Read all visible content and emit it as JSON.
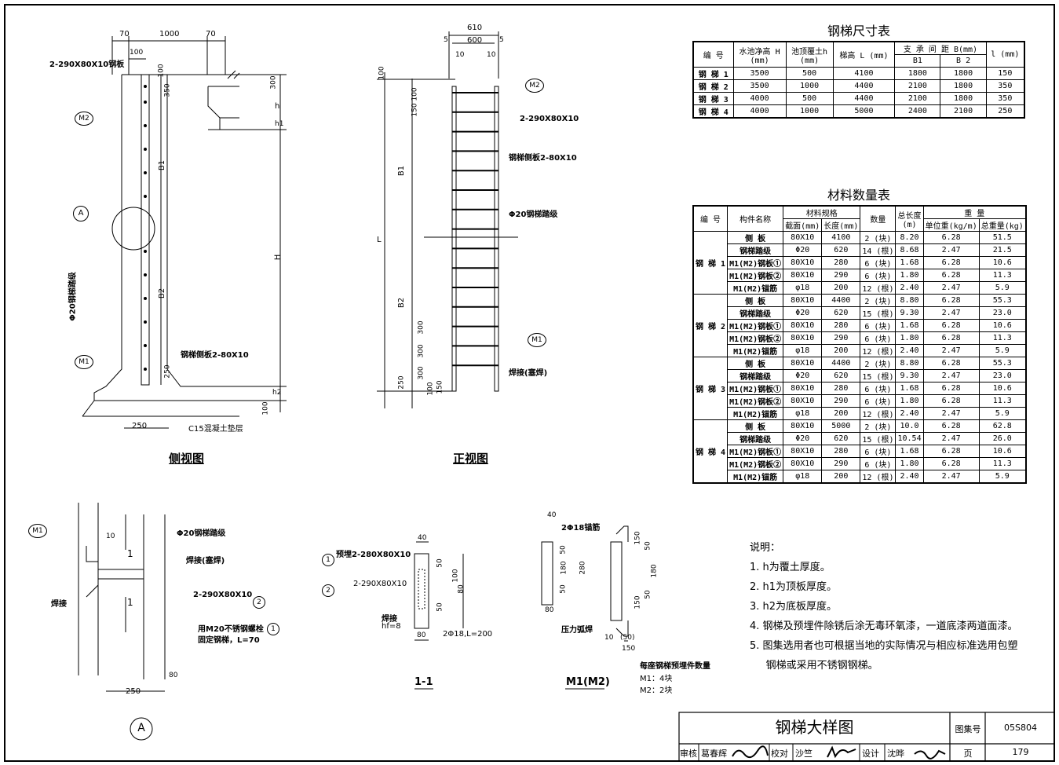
{
  "views": {
    "side": {
      "title": "侧视图",
      "plate": "2-290X80X10钢板",
      "rung": "Φ20钢梯踏级",
      "side_plate": "钢梯侧板2-80X10",
      "pad": "C15混凝土垫层",
      "dims": [
        "70",
        "1000",
        "70",
        "100",
        "100",
        "350",
        "300",
        "h",
        "h1",
        "B1",
        "B2",
        "H",
        "250",
        "h2",
        "100",
        "250",
        "100"
      ],
      "markers": [
        "M2",
        "A",
        "M1"
      ]
    },
    "front": {
      "title": "正视图",
      "plate": "2-290X80X10",
      "side_plate": "钢梯侧板2-80X10",
      "rung": "Φ20钢梯踏级",
      "weld": "焊接(塞焊)",
      "dims": [
        "610",
        "600",
        "5",
        "5",
        "10",
        "10",
        "100",
        "100",
        "150",
        "B1",
        "L",
        "B2",
        "300",
        "300",
        "300",
        "250",
        "100",
        "150"
      ],
      "markers": [
        "M2",
        "M1"
      ]
    },
    "detailA": {
      "title": "A",
      "rung": "Φ20钢梯踏级",
      "weld_plug": "焊接(塞焊)",
      "plate": "2-290X80X10",
      "bolt1": "用M20不锈钢螺栓",
      "bolt2": "固定钢梯，L=70",
      "weld": "焊接",
      "marker": "M1",
      "dims": [
        "10",
        "80",
        "250"
      ],
      "sec": "1",
      "num1": "1",
      "num2": "2"
    },
    "section11": {
      "title": "1-1",
      "pre": "预埋2-280X80X10",
      "plate": "2-290X80X10",
      "weld": "焊接",
      "hf": "hf=8",
      "anchor": "2Φ18,L=200",
      "dims": [
        "40",
        "50",
        "100",
        "80",
        "50",
        "80"
      ],
      "num1": "1",
      "num2": "2"
    },
    "m1": {
      "title": "M1(M2)",
      "anchor": "2Φ18锚筋",
      "arc": "压力弧焊",
      "dims": [
        "40",
        "50",
        "180",
        "50",
        "280",
        "80",
        "150",
        "50",
        "180",
        "50",
        "150",
        "10",
        "(50)",
        "150"
      ],
      "qty_title": "每座钢梯预埋件数量",
      "qty1": "M1：4块",
      "qty2": "M2：2块"
    }
  },
  "size_table": {
    "title": "钢梯尺寸表",
    "headers": {
      "no": "编    号",
      "H": "水池净高 H (mm)",
      "h": "池顶覆土h (mm)",
      "L": "梯高 L (mm)",
      "B": "支 承 间 距 B(mm)",
      "B1": "B1",
      "B2": "B 2",
      "l": "l (mm)"
    },
    "rows": [
      {
        "no": "钢  梯  1",
        "H": "3500",
        "h": "500",
        "L": "4100",
        "B1": "1800",
        "B2": "1800",
        "l": "150"
      },
      {
        "no": "钢  梯  2",
        "H": "3500",
        "h": "1000",
        "L": "4400",
        "B1": "2100",
        "B2": "1800",
        "l": "350"
      },
      {
        "no": "钢  梯  3",
        "H": "4000",
        "h": "500",
        "L": "4400",
        "B1": "2100",
        "B2": "1800",
        "l": "350"
      },
      {
        "no": "钢  梯  4",
        "H": "4000",
        "h": "1000",
        "L": "5000",
        "B1": "2400",
        "B2": "2100",
        "l": "250"
      }
    ]
  },
  "material_table": {
    "title": "材料数量表",
    "headers": {
      "no": "编 号",
      "name": "构件名称",
      "spec": "材料规格",
      "sec": "截面(mm)",
      "len": "长度(mm)",
      "qty": "数量",
      "total": "总长度 (m)",
      "weight": "重    量",
      "unit": "单位重(kg/m)",
      "tw": "总重量(kg)"
    },
    "groups": [
      {
        "no": "钢 梯 1",
        "rows": [
          {
            "name": "侧  板",
            "sec": "80X10",
            "len": "4100",
            "qty": "2  (块)",
            "total": "8.20",
            "unit": "6.28",
            "tw": "51.5"
          },
          {
            "name": "钢梯踏级",
            "sec": "Φ20",
            "len": "620",
            "qty": "14  (根)",
            "total": "8.68",
            "unit": "2.47",
            "tw": "21.5"
          },
          {
            "name": "M1(M2)钢板①",
            "sec": "80X10",
            "len": "280",
            "qty": "6  (块)",
            "total": "1.68",
            "unit": "6.28",
            "tw": "10.6"
          },
          {
            "name": "M1(M2)钢板②",
            "sec": "80X10",
            "len": "290",
            "qty": "6  (块)",
            "total": "1.80",
            "unit": "6.28",
            "tw": "11.3"
          },
          {
            "name": "M1(M2)锚筋",
            "sec": "φ18",
            "len": "200",
            "qty": "12  (根)",
            "total": "2.40",
            "unit": "2.47",
            "tw": "5.9"
          }
        ]
      },
      {
        "no": "钢 梯 2",
        "rows": [
          {
            "name": "侧  板",
            "sec": "80X10",
            "len": "4400",
            "qty": "2  (块)",
            "total": "8.80",
            "unit": "6.28",
            "tw": "55.3"
          },
          {
            "name": "钢梯踏级",
            "sec": "Φ20",
            "len": "620",
            "qty": "15  (根)",
            "total": "9.30",
            "unit": "2.47",
            "tw": "23.0"
          },
          {
            "name": "M1(M2)钢板①",
            "sec": "80X10",
            "len": "280",
            "qty": "6  (块)",
            "total": "1.68",
            "unit": "6.28",
            "tw": "10.6"
          },
          {
            "name": "M1(M2)钢板②",
            "sec": "80X10",
            "len": "290",
            "qty": "6  (块)",
            "total": "1.80",
            "unit": "6.28",
            "tw": "11.3"
          },
          {
            "name": "M1(M2)锚筋",
            "sec": "φ18",
            "len": "200",
            "qty": "12  (根)",
            "total": "2.40",
            "unit": "2.47",
            "tw": "5.9"
          }
        ]
      },
      {
        "no": "钢 梯 3",
        "rows": [
          {
            "name": "侧  板",
            "sec": "80X10",
            "len": "4400",
            "qty": "2  (块)",
            "total": "8.80",
            "unit": "6.28",
            "tw": "55.3"
          },
          {
            "name": "钢梯踏级",
            "sec": "Φ20",
            "len": "620",
            "qty": "15  (根)",
            "total": "9.30",
            "unit": "2.47",
            "tw": "23.0"
          },
          {
            "name": "M1(M2)钢板①",
            "sec": "80X10",
            "len": "280",
            "qty": "6  (块)",
            "total": "1.68",
            "unit": "6.28",
            "tw": "10.6"
          },
          {
            "name": "M1(M2)钢板②",
            "sec": "80X10",
            "len": "290",
            "qty": "6  (块)",
            "total": "1.80",
            "unit": "6.28",
            "tw": "11.3"
          },
          {
            "name": "M1(M2)锚筋",
            "sec": "φ18",
            "len": "200",
            "qty": "12  (根)",
            "total": "2.40",
            "unit": "2.47",
            "tw": "5.9"
          }
        ]
      },
      {
        "no": "钢 梯 4",
        "rows": [
          {
            "name": "侧  板",
            "sec": "80X10",
            "len": "5000",
            "qty": "2  (块)",
            "total": "10.0",
            "unit": "6.28",
            "tw": "62.8"
          },
          {
            "name": "钢梯踏级",
            "sec": "Φ20",
            "len": "620",
            "qty": "15  (根)",
            "total": "10.54",
            "unit": "2.47",
            "tw": "26.0"
          },
          {
            "name": "M1(M2)钢板①",
            "sec": "80X10",
            "len": "280",
            "qty": "6  (块)",
            "total": "1.68",
            "unit": "6.28",
            "tw": "10.6"
          },
          {
            "name": "M1(M2)钢板②",
            "sec": "80X10",
            "len": "290",
            "qty": "6  (块)",
            "total": "1.80",
            "unit": "6.28",
            "tw": "11.3"
          },
          {
            "name": "M1(M2)锚筋",
            "sec": "φ18",
            "len": "200",
            "qty": "12  (根)",
            "total": "2.40",
            "unit": "2.47",
            "tw": "5.9"
          }
        ]
      }
    ]
  },
  "notes": {
    "title": "说明：",
    "items": [
      "1.  h为覆土厚度。",
      "2.  h1为顶板厚度。",
      "3.  h2为底板厚度。",
      "4.  钢梯及预埋件除锈后涂无毒环氧漆，一道底漆两道面漆。",
      "5.  图集选用者也可根据当地的实际情况与相应标准选用包塑",
      "     钢梯或采用不锈钢钢梯。"
    ]
  },
  "title_block": {
    "title": "钢梯大样图",
    "atlas_label": "图集号",
    "atlas_no": "05S804",
    "page_label": "页",
    "page_no": "179",
    "review": "审核",
    "reviewer": "葛春辉",
    "check": "校对",
    "checker": "沙竺",
    "design": "设计",
    "designer": "沈晔"
  }
}
